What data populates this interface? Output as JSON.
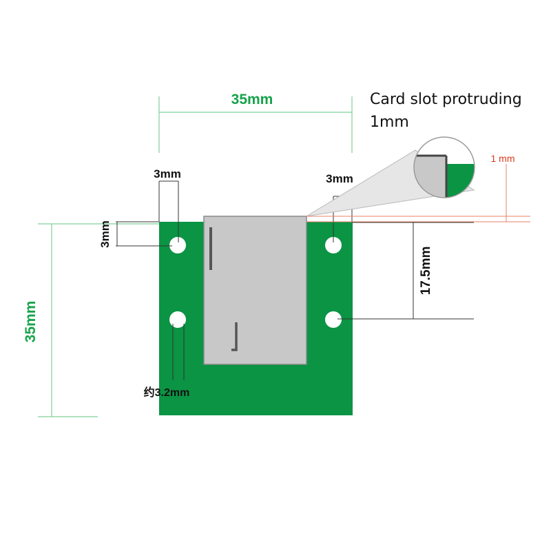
{
  "labels": {
    "width_top": "35mm",
    "height_left": "35mm",
    "hole_edge_x_left": "3mm",
    "hole_edge_y_left": "3mm",
    "hole_edge_x_right": "3mm",
    "hole_spacing": "17.5mm",
    "hole_diameter": "约3.2mm",
    "slot_note_line1": "Card slot protruding",
    "slot_note_line2": "1mm",
    "protrude_value": "1 mm"
  },
  "colors": {
    "board": "#0a9444",
    "slot": "#c8c8c8",
    "slot_border": "#8a8a8a",
    "dimension_green": "#16a34a",
    "dimension_red": "#d9391c",
    "hole": "#ffffff"
  }
}
